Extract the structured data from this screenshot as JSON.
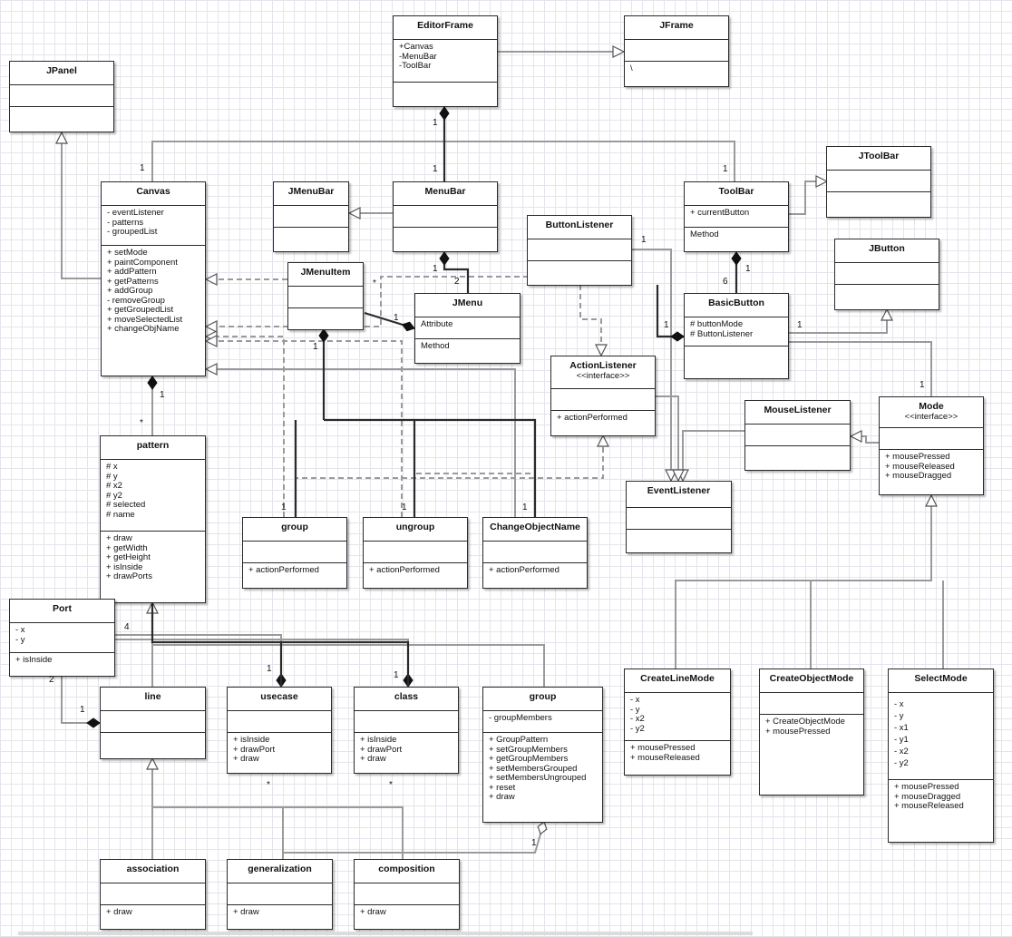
{
  "diagram": {
    "classes": [
      {
        "id": "EditorFrame",
        "name": "EditorFrame",
        "attributes": [
          "+Canvas",
          "-MenuBar",
          "-ToolBar"
        ],
        "methods": []
      },
      {
        "id": "JFrame",
        "name": "JFrame",
        "attributes": [],
        "methods": [
          "\\"
        ]
      },
      {
        "id": "JPanel",
        "name": "JPanel",
        "attributes": [],
        "methods": []
      },
      {
        "id": "JToolBar",
        "name": "JToolBar",
        "attributes": [],
        "methods": []
      },
      {
        "id": "Canvas",
        "name": "Canvas",
        "attributes": [
          "- eventListener",
          "- patterns",
          "- groupedList"
        ],
        "methods": [
          "+ setMode",
          "+ paintComponent",
          "+ addPattern",
          "+ getPatterns",
          "+ addGroup",
          "- removeGroup",
          "+ getGroupedList",
          "+ moveSelectedList",
          "+ changeObjName"
        ]
      },
      {
        "id": "JMenuBar",
        "name": "JMenuBar",
        "attributes": [],
        "methods": []
      },
      {
        "id": "MenuBar",
        "name": "MenuBar",
        "attributes": [],
        "methods": []
      },
      {
        "id": "ToolBar",
        "name": "ToolBar",
        "attributes": [
          "+ currentButton"
        ],
        "methods": [
          "Method"
        ]
      },
      {
        "id": "ButtonListener",
        "name": "ButtonListener",
        "attributes": [],
        "methods": []
      },
      {
        "id": "JButton",
        "name": "JButton",
        "attributes": [],
        "methods": []
      },
      {
        "id": "JMenuItem",
        "name": "JMenuItem",
        "attributes": [],
        "methods": []
      },
      {
        "id": "JMenu",
        "name": "JMenu",
        "attributes": [
          "Attribute"
        ],
        "methods": [
          "Method"
        ]
      },
      {
        "id": "BasicButton",
        "name": "BasicButton",
        "attributes": [
          "# buttonMode",
          "# ButtonListener"
        ],
        "methods": []
      },
      {
        "id": "ActionListener",
        "name": "ActionListener",
        "stereotype": "<<interface>>",
        "attributes": [],
        "methods": [
          "+ actionPerformed"
        ]
      },
      {
        "id": "MouseListener",
        "name": "MouseListener",
        "attributes": [],
        "methods": []
      },
      {
        "id": "Mode",
        "name": "Mode",
        "stereotype": "<<interface>>",
        "attributes": [],
        "methods": [
          "+ mousePressed",
          "+ mouseReleased",
          "+ mouseDragged"
        ]
      },
      {
        "id": "pattern",
        "name": "pattern",
        "attributes": [
          "# x",
          "# y",
          "# x2",
          "# y2",
          "# selected",
          "# name"
        ],
        "methods": [
          "+ draw",
          "+ getWidth",
          "+ getHeight",
          "+ isInside",
          "+ drawPorts"
        ]
      },
      {
        "id": "EventListener",
        "name": "EventListener",
        "attributes": [],
        "methods": []
      },
      {
        "id": "groupCmd",
        "name": "group",
        "attributes": [],
        "methods": [
          "+ actionPerformed"
        ]
      },
      {
        "id": "ungroup",
        "name": "ungroup",
        "attributes": [],
        "methods": [
          "+ actionPerformed"
        ]
      },
      {
        "id": "ChangeObjectName",
        "name": "ChangeObjectName",
        "attributes": [],
        "methods": [
          "+ actionPerformed"
        ]
      },
      {
        "id": "Port",
        "name": "Port",
        "attributes": [
          "- x",
          "- y"
        ],
        "methods": [
          "+ isInside"
        ]
      },
      {
        "id": "line",
        "name": "line",
        "attributes": [],
        "methods": []
      },
      {
        "id": "usecase",
        "name": "usecase",
        "attributes": [],
        "methods": [
          "+ isInside",
          "+ drawPort",
          "+ draw"
        ]
      },
      {
        "id": "class",
        "name": "class",
        "attributes": [],
        "methods": [
          "+ isInside",
          "+ drawPort",
          "+ draw"
        ]
      },
      {
        "id": "groupShape",
        "name": "group",
        "attributes": [
          "- groupMembers"
        ],
        "methods": [
          "+ GroupPattern",
          "+ setGroupMembers",
          "+ getGroupMembers",
          "+ setMembersGrouped",
          "+ setMembersUngrouped",
          "+ reset",
          "+ draw"
        ]
      },
      {
        "id": "CreateLineMode",
        "name": "CreateLineMode",
        "attributes": [
          "- x",
          "- y",
          "- x2",
          "- y2"
        ],
        "methods": [
          "+ mousePressed",
          "+ mouseReleased"
        ]
      },
      {
        "id": "CreateObjectMode",
        "name": "CreateObjectMode",
        "attributes": [],
        "methods": [
          "+ CreateObjectMode",
          "+ mousePressed"
        ]
      },
      {
        "id": "SelectMode",
        "name": "SelectMode",
        "attributes": [
          "- x",
          "- y",
          "- x1",
          "- y1",
          "- x2",
          "- y2"
        ],
        "methods": [
          "+ mousePressed",
          "+ mouseDragged",
          "+ mouseReleased"
        ]
      },
      {
        "id": "association",
        "name": "association",
        "attributes": [],
        "methods": [
          "+ draw"
        ]
      },
      {
        "id": "generalization",
        "name": "generalization",
        "attributes": [],
        "methods": [
          "+ draw"
        ]
      },
      {
        "id": "composition",
        "name": "composition",
        "attributes": [],
        "methods": [
          "+ draw"
        ]
      }
    ],
    "multiplicities": [
      {
        "id": "m-ef-mb-top",
        "text": "1"
      },
      {
        "id": "m-ef-mb-bottom",
        "text": "1"
      },
      {
        "id": "m-canvas-top",
        "text": "1"
      },
      {
        "id": "m-toolbar-top",
        "text": "1"
      },
      {
        "id": "m-bl-top",
        "text": "1"
      },
      {
        "id": "m-jmenu-mb-1",
        "text": "1"
      },
      {
        "id": "m-jmenu-mb-2",
        "text": "2"
      },
      {
        "id": "m-basic-6",
        "text": "6"
      },
      {
        "id": "m-basic-1",
        "text": "1"
      },
      {
        "id": "m-jmi-star",
        "text": "*"
      },
      {
        "id": "m-jmi-jmenu-1",
        "text": "1"
      },
      {
        "id": "m-jmi-bottom-1",
        "text": "1"
      },
      {
        "id": "m-bl-basic-1",
        "text": "1"
      },
      {
        "id": "m-basic-mode-1",
        "text": "1"
      },
      {
        "id": "m-mode-1",
        "text": "1"
      },
      {
        "id": "m-canvas-pattern-1",
        "text": "1"
      },
      {
        "id": "m-pattern-star",
        "text": "*"
      },
      {
        "id": "m-group-1",
        "text": "1"
      },
      {
        "id": "m-ungroup-1",
        "text": "1"
      },
      {
        "id": "m-con-1",
        "text": "1"
      },
      {
        "id": "m-port-4",
        "text": "4"
      },
      {
        "id": "m-port-2",
        "text": "2"
      },
      {
        "id": "m-line-1",
        "text": "1"
      },
      {
        "id": "m-usecase-1",
        "text": "1"
      },
      {
        "id": "m-class-1",
        "text": "1"
      },
      {
        "id": "m-usecase-star",
        "text": "*"
      },
      {
        "id": "m-class-star",
        "text": "*"
      },
      {
        "id": "m-grp-1",
        "text": "1"
      }
    ]
  }
}
